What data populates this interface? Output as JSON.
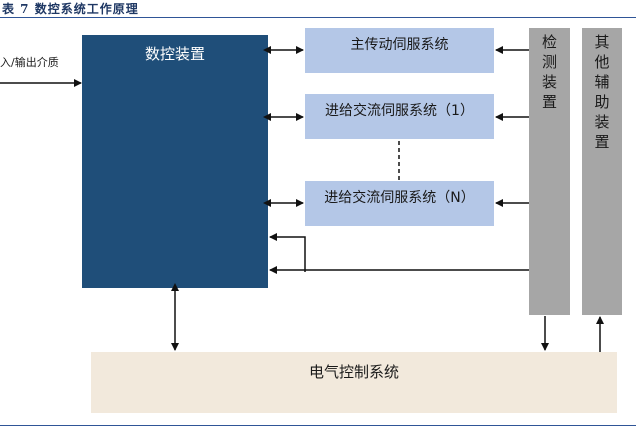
{
  "caption": "表 7 数控系统工作原理",
  "io_label": "入/输出介质",
  "cnc_device": "数控装置",
  "servos": [
    "主传动伺服系统",
    "进给交流伺服系统（1）",
    "进给交流伺服系统（N）"
  ],
  "detect_device": [
    "检",
    "测",
    "装",
    "置"
  ],
  "aux_device": [
    "其",
    "他",
    "辅",
    "助",
    "装",
    "置"
  ],
  "electrical_control": "电气控制系统"
}
